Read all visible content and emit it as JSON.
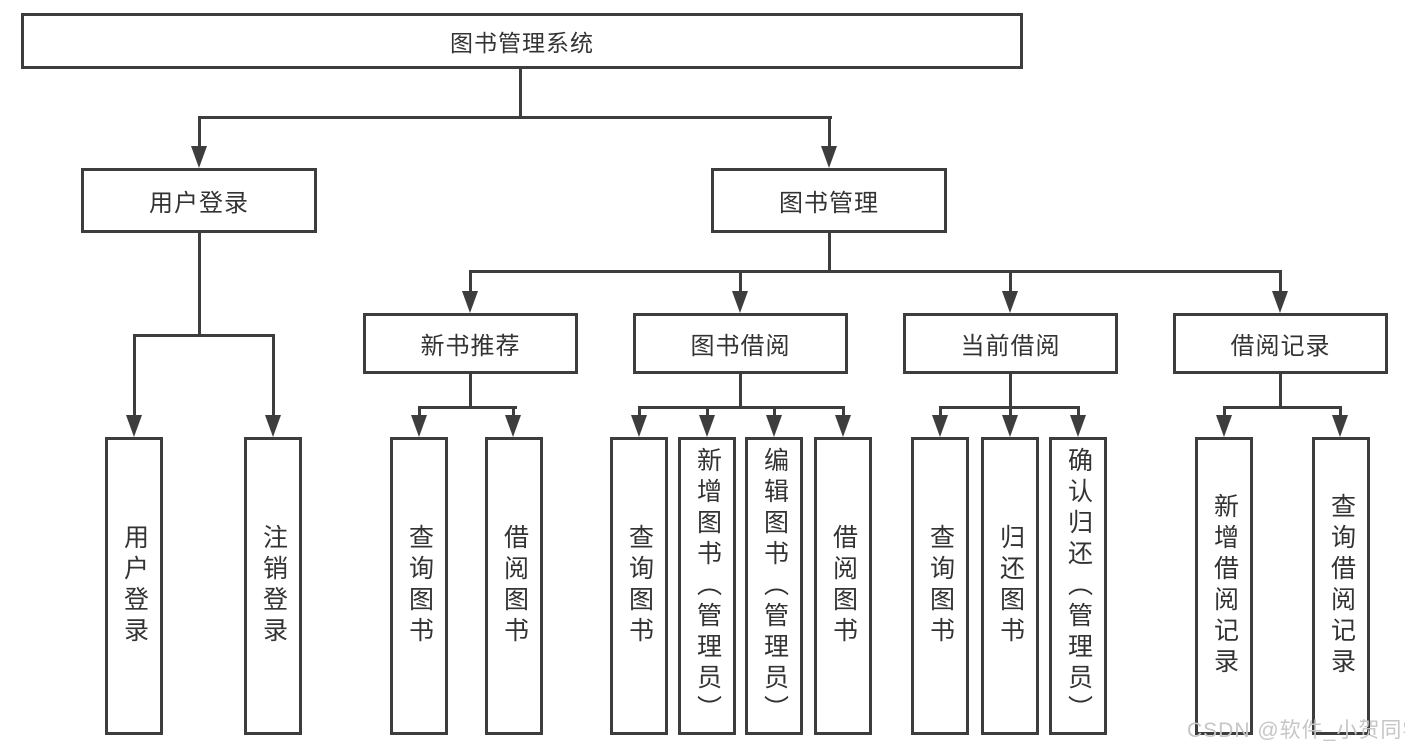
{
  "tree": {
    "root": {
      "label": "图书管理系统"
    },
    "branches": [
      {
        "label": "用户登录",
        "children": [
          {
            "label": "用户登录"
          },
          {
            "label": "注销登录"
          }
        ]
      },
      {
        "label": "图书管理",
        "children": [
          {
            "label": "新书推荐",
            "children": [
              {
                "label": "查询图书"
              },
              {
                "label": "借阅图书"
              }
            ]
          },
          {
            "label": "图书借阅",
            "children": [
              {
                "label": "查询图书"
              },
              {
                "label": "新增图书（管理员）"
              },
              {
                "label": "编辑图书（管理员）"
              },
              {
                "label": "借阅图书"
              }
            ]
          },
          {
            "label": "当前借阅",
            "children": [
              {
                "label": "查询图书"
              },
              {
                "label": "归还图书"
              },
              {
                "label": "确认归还（管理员）"
              }
            ]
          },
          {
            "label": "借阅记录",
            "children": [
              {
                "label": "新增借阅记录"
              },
              {
                "label": "查询借阅记录"
              }
            ]
          }
        ]
      }
    ]
  },
  "watermark": {
    "text": "CSDN @软件_小贺同学",
    "color": "#c6c6c6"
  },
  "colors": {
    "line": "#3d3d3d",
    "text": "#333333",
    "background": "#ffffff"
  }
}
